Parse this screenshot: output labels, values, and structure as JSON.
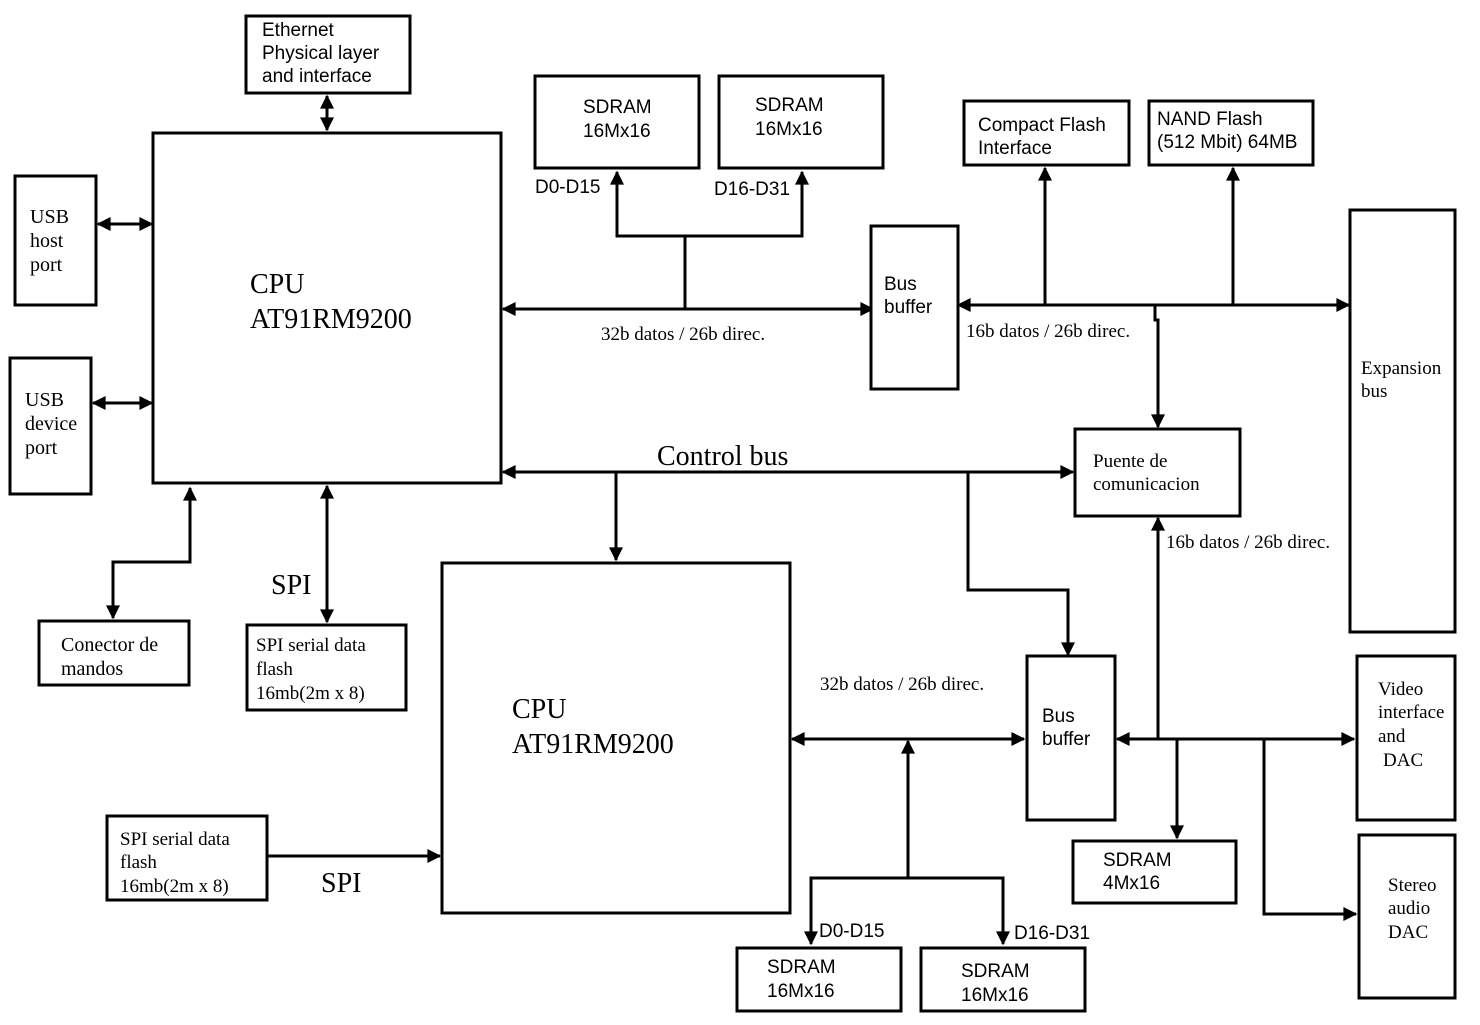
{
  "blocks": {
    "ethernet": [
      "Ethernet",
      "Physical layer",
      "and interface"
    ],
    "usb_host": [
      "USB",
      "host",
      "port"
    ],
    "usb_device": [
      "USB",
      "device",
      "port"
    ],
    "cpu1": [
      "CPU",
      "AT91RM9200"
    ],
    "conector": [
      "Conector de",
      "mandos"
    ],
    "spi_flash1": [
      "SPI serial data",
      "flash",
      "16mb(2m x 8)"
    ],
    "sdram_top1": [
      "SDRAM",
      "16Mx16"
    ],
    "sdram_top2": [
      "SDRAM",
      "16Mx16"
    ],
    "bus_buffer1": [
      "Bus",
      "buffer"
    ],
    "compact_flash": [
      "Compact Flash",
      "Interface"
    ],
    "nand_flash": [
      "NAND Flash",
      "(512 Mbit) 64MB"
    ],
    "expansion_bus": [
      "Expansion",
      "bus"
    ],
    "puente": [
      "Puente de",
      "comunicacion"
    ],
    "cpu2": [
      "CPU",
      "AT91RM9200"
    ],
    "spi_flash2": [
      "SPI serial data",
      "flash",
      "16mb(2m x 8)"
    ],
    "bus_buffer2": [
      "Bus",
      "buffer"
    ],
    "video": [
      "Video",
      "interface",
      "and",
      "DAC"
    ],
    "sdram_4m": [
      "SDRAM",
      "4Mx16"
    ],
    "stereo": [
      "Stereo",
      "audio",
      "DAC"
    ],
    "sdram_bot1": [
      "SDRAM",
      "16Mx16"
    ],
    "sdram_bot2": [
      "SDRAM",
      "16Mx16"
    ]
  },
  "labels": {
    "d0_d15_top": "D0-D15",
    "d16_d31_top": "D16-D31",
    "bus32_top": "32b datos / 26b direc.",
    "bus16_top": "16b datos / 26b direc.",
    "control_bus": "Control bus",
    "spi1": "SPI",
    "bus16_mid": "16b datos / 26b direc.",
    "bus32_bottom": "32b datos / 26b direc.",
    "spi2": "SPI",
    "d0_d15_bot": "D0-D15",
    "d16_d31_bot": "D16-D31"
  }
}
